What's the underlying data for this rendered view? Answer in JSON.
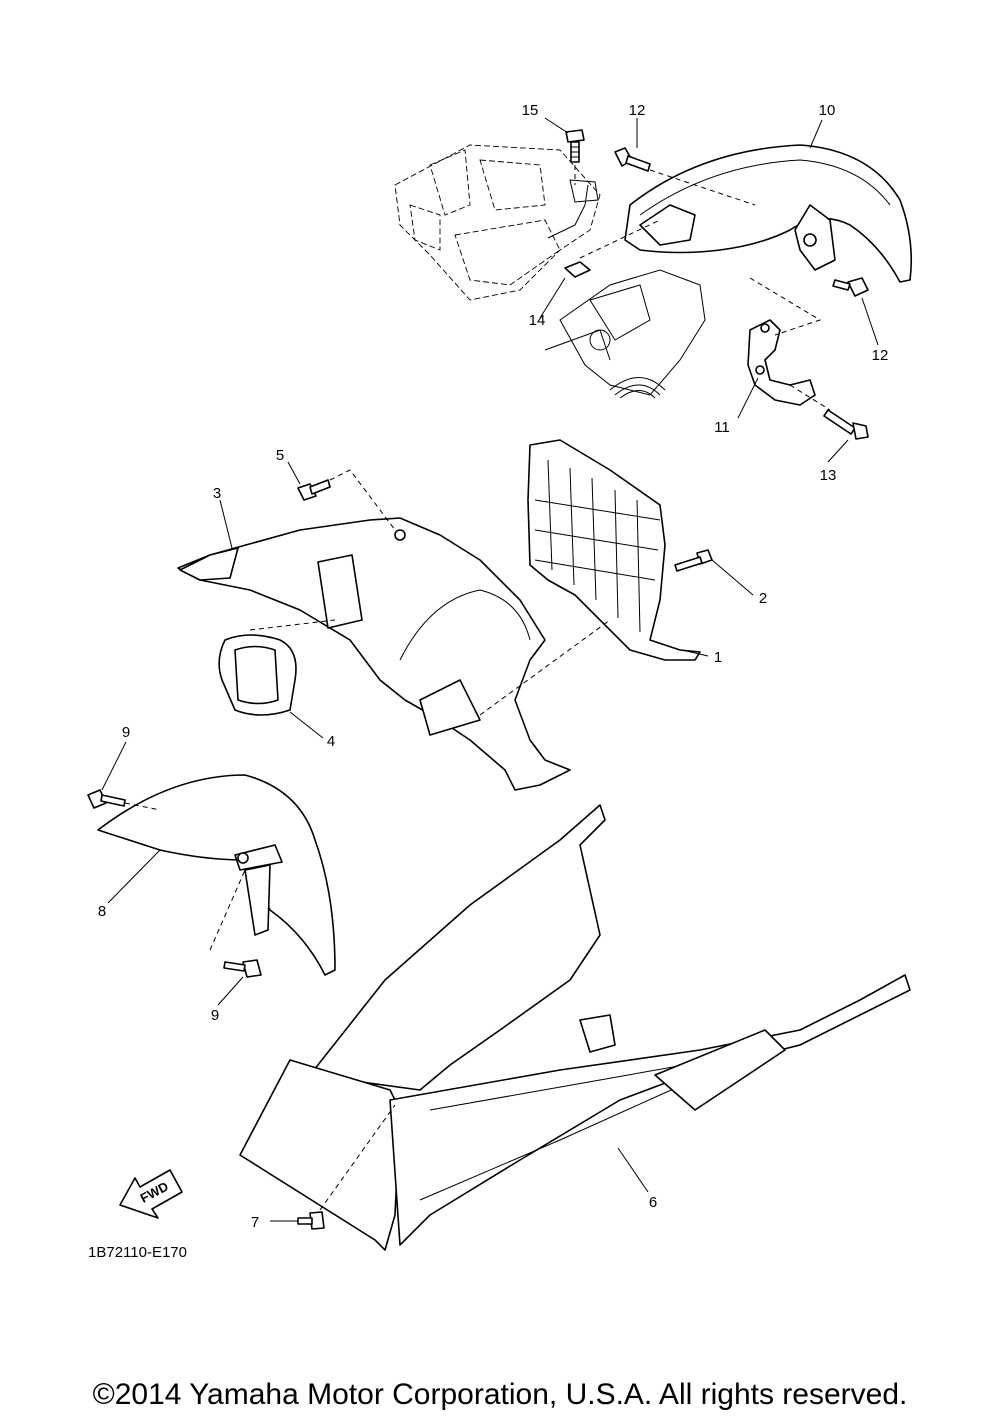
{
  "callouts": [
    {
      "id": "15",
      "label": "15"
    },
    {
      "id": "12a",
      "label": "12"
    },
    {
      "id": "10",
      "label": "10"
    },
    {
      "id": "14",
      "label": "14"
    },
    {
      "id": "12b",
      "label": "12"
    },
    {
      "id": "11",
      "label": "11"
    },
    {
      "id": "13",
      "label": "13"
    },
    {
      "id": "5",
      "label": "5"
    },
    {
      "id": "3",
      "label": "3"
    },
    {
      "id": "2",
      "label": "2"
    },
    {
      "id": "1",
      "label": "1"
    },
    {
      "id": "4",
      "label": "4"
    },
    {
      "id": "9a",
      "label": "9"
    },
    {
      "id": "8",
      "label": "8"
    },
    {
      "id": "9b",
      "label": "9"
    },
    {
      "id": "6",
      "label": "6"
    },
    {
      "id": "7",
      "label": "7"
    }
  ],
  "fwd_label": "FWD",
  "diagram_code": "1B72110-E170",
  "copyright": "©2014 Yamaha Motor Corporation, U.S.A. All rights reserved."
}
